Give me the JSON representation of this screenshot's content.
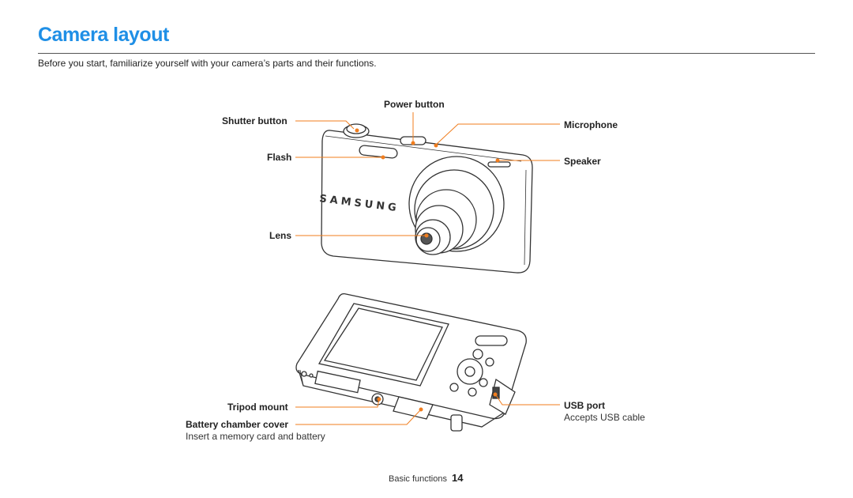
{
  "page": {
    "title": "Camera layout",
    "intro": "Before you start, familiarize yourself with your camera’s parts and their functions."
  },
  "front_labels": {
    "shutter": "Shutter button",
    "power": "Power button",
    "microphone": "Microphone",
    "flash": "Flash",
    "speaker": "Speaker",
    "lens": "Lens"
  },
  "back_labels": {
    "tripod": "Tripod mount",
    "battery": "Battery chamber cover",
    "battery_note": "Insert a memory card and battery",
    "usb": "USB port",
    "usb_note": "Accepts USB cable"
  },
  "camera": {
    "brand": "SAMSUNG"
  },
  "footer": {
    "section": "Basic functions",
    "page_number": "14"
  },
  "colors": {
    "title": "#1f8fe6",
    "callout": "#f07d1e"
  }
}
